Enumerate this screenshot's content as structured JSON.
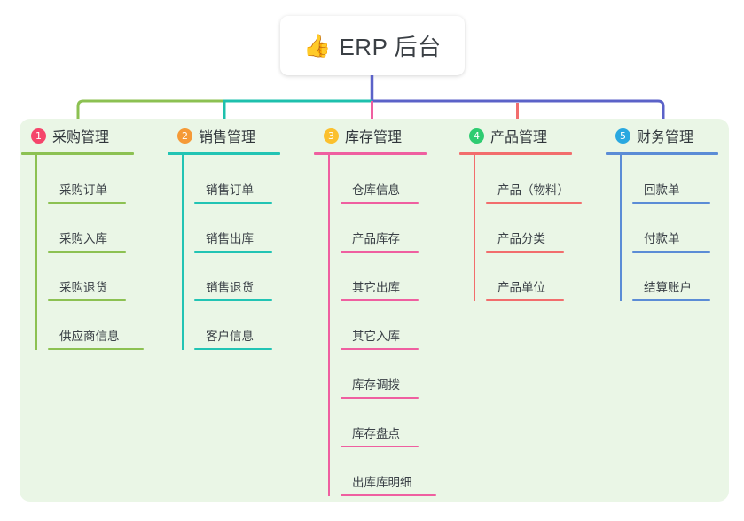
{
  "title": {
    "icon": "thumbs-up-icon",
    "emoji": "👍",
    "text": "ERP 后台"
  },
  "colors": {
    "panel_bg": "#eaf6e6",
    "trunk": "#5b62c8",
    "bus_left": "#7ac143",
    "bus_mid": "#1ec0ad",
    "bus_right": "#5b62c8",
    "col1": "#8cc152",
    "col2": "#22c4b4",
    "col3": "#ef5fa0",
    "col4": "#f26d6d",
    "col5": "#5b8cd6",
    "badge1": "#f5456b",
    "badge2": "#f59a37",
    "badge3": "#fbc02d",
    "badge4": "#2ecc71",
    "badge5": "#29a8e0"
  },
  "columns": [
    {
      "index": "1",
      "title": "采购管理",
      "badge_color": "#f5456b",
      "line_color": "#8cc152",
      "items": [
        "采购订单",
        "采购入库",
        "采购退货",
        "供应商信息"
      ]
    },
    {
      "index": "2",
      "title": "销售管理",
      "badge_color": "#f59a37",
      "line_color": "#22c4b4",
      "items": [
        "销售订单",
        "销售出库",
        "销售退货",
        "客户信息"
      ]
    },
    {
      "index": "3",
      "title": "库存管理",
      "badge_color": "#fbc02d",
      "line_color": "#ef5fa0",
      "items": [
        "仓库信息",
        "产品库存",
        "其它出库",
        "其它入库",
        "库存调拨",
        "库存盘点",
        "出库库明细"
      ]
    },
    {
      "index": "4",
      "title": "产品管理",
      "badge_color": "#2ecc71",
      "line_color": "#f26d6d",
      "items": [
        "产品（物料）",
        "产品分类",
        "产品单位"
      ]
    },
    {
      "index": "5",
      "title": "财务管理",
      "badge_color": "#29a8e0",
      "line_color": "#5b8cd6",
      "items": [
        "回款单",
        "付款单",
        "结算账户"
      ]
    }
  ]
}
